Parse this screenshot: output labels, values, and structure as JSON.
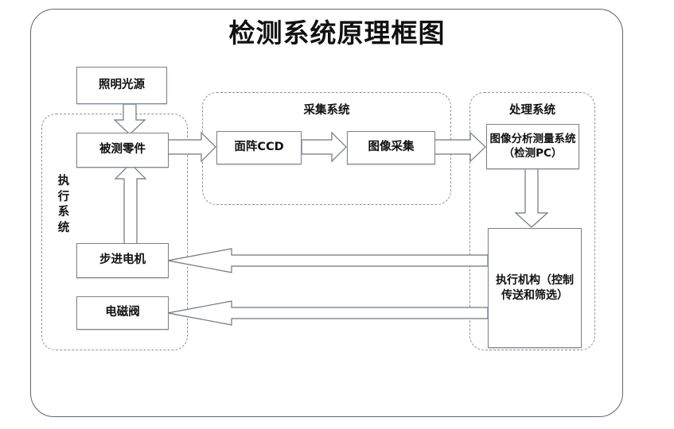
{
  "diagram": {
    "title": "检测系统原理框图",
    "groups": [
      {
        "name": "execution-system",
        "label": "执行系统",
        "orientation": "vertical"
      },
      {
        "name": "acquisition-system",
        "label": "采集系统",
        "orientation": "horizontal"
      },
      {
        "name": "processing-system",
        "label": "处理系统",
        "orientation": "horizontal"
      }
    ],
    "nodes": [
      {
        "name": "light-source",
        "label": "照明光源"
      },
      {
        "name": "tested-part",
        "label": "被测零件"
      },
      {
        "name": "area-ccd",
        "label": "面阵CCD"
      },
      {
        "name": "image-capture",
        "label": "图像采集"
      },
      {
        "name": "image-analysis-pc",
        "label": "图像分析测量系统（检测PC）"
      },
      {
        "name": "stepper-motor",
        "label": "步进电机"
      },
      {
        "name": "solenoid-valve",
        "label": "电磁阀"
      },
      {
        "name": "actuator",
        "label": "执行机构（控制传送和筛选）"
      }
    ],
    "connections": [
      {
        "name": "light-source-to-tested-part",
        "from": "照明光源",
        "to": "被测零件",
        "direction": "down"
      },
      {
        "name": "tested-part-to-area-ccd",
        "from": "被测零件",
        "to": "面阵CCD",
        "direction": "right"
      },
      {
        "name": "area-ccd-to-image-capture",
        "from": "面阵CCD",
        "to": "图像采集",
        "direction": "right"
      },
      {
        "name": "image-capture-to-image-analysis-pc",
        "from": "图像采集",
        "to": "图像分析测量系统（检测PC）",
        "direction": "right"
      },
      {
        "name": "image-analysis-pc-to-actuator",
        "from": "图像分析测量系统（检测PC）",
        "to": "执行机构（控制传送和筛选）",
        "direction": "down"
      },
      {
        "name": "actuator-to-stepper-motor",
        "from": "执行机构（控制传送和筛选）",
        "to": "步进电机",
        "direction": "left"
      },
      {
        "name": "actuator-to-solenoid-valve",
        "from": "执行机构（控制传送和筛选）",
        "to": "电磁阀",
        "direction": "left"
      },
      {
        "name": "stepper-motor-to-tested-part",
        "from": "步进电机",
        "to": "被测零件",
        "direction": "up"
      }
    ],
    "colors": {
      "outline": "#7a828c",
      "dashed_group": "#8a939c",
      "frame": "#5d6670",
      "text": "#101010",
      "background": "#ffffff"
    }
  }
}
